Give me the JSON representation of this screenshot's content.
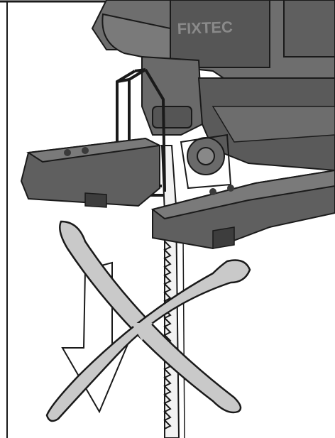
{
  "figure": {
    "brand_text": "FIXTEC",
    "colors": {
      "background": "#ffffff",
      "tool_dark": "#565656",
      "tool_mid": "#6e6e6e",
      "tool_light": "#8a8a8a",
      "outline": "#1a1a1a",
      "cross_fill": "#c9c9c9",
      "blade_fill": "#f2f2f2"
    },
    "icons": [
      "jigsaw-illustration",
      "saw-blade",
      "direction-arrow-icon",
      "cross-mark-icon"
    ]
  }
}
